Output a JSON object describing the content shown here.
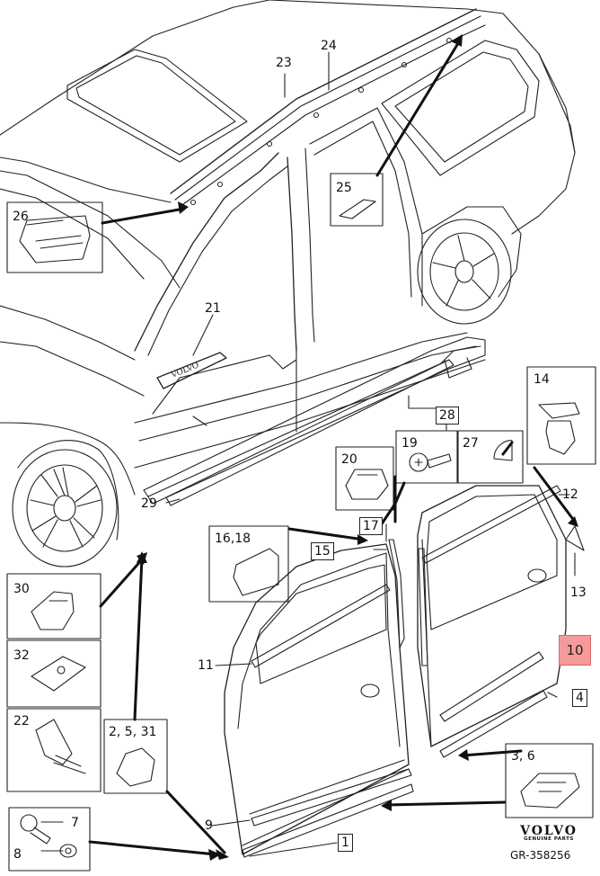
{
  "callouts": {
    "c1": "1",
    "c4": "4",
    "c7": "7",
    "c8": "8",
    "c9": "9",
    "c10": "10",
    "c11": "11",
    "c12": "12",
    "c13": "13",
    "c14": "14",
    "c15": "15",
    "c16_18": "16,18",
    "c17": "17",
    "c19": "19",
    "c20": "20",
    "c21": "21",
    "c22": "22",
    "c23": "23",
    "c24": "24",
    "c25": "25",
    "c26": "26",
    "c2_5_31": "2, 5, 31",
    "c3_6": "3, 6",
    "c27": "27",
    "c28": "28",
    "c29": "29",
    "c30": "30",
    "c32": "32"
  },
  "highlight": {
    "label": "10",
    "color": "#f59a9a"
  },
  "brand": {
    "name": "VOLVO",
    "tagline": "GENUINE PARTS"
  },
  "reference": "GR-358256"
}
